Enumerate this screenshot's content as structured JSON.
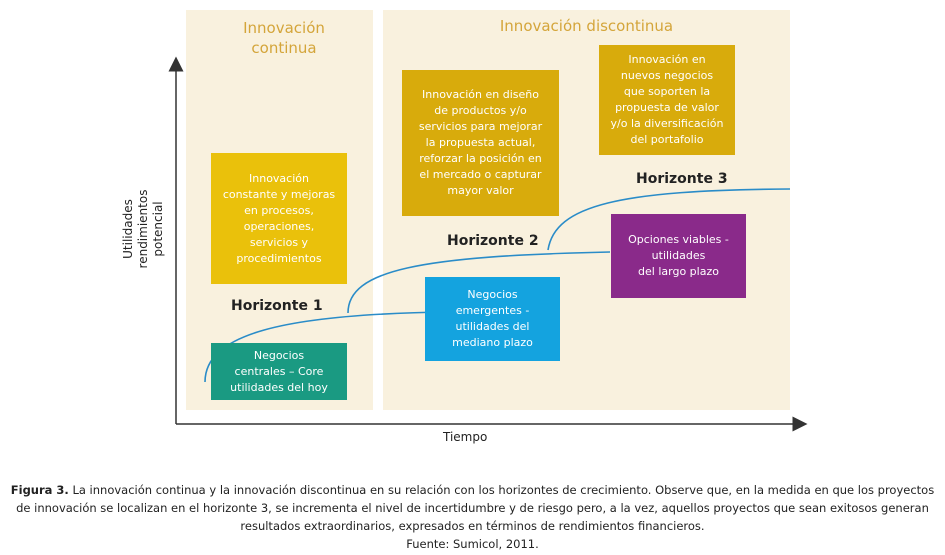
{
  "panels": {
    "left_title": "Innovación\ncontinua",
    "right_title": "Innovación discontinua"
  },
  "boxes": {
    "continuous": "Innovación\nconstante y mejoras\nen procesos,\noperaciones,\nservicios y\nprocedimientos",
    "design": "Innovación en diseño\nde productos y/o\nservicios para mejorar\nla propuesta actual,\nreforzar la posición en\nel mercado o capturar\nmayor valor",
    "new_business": "Innovación en\nnuevos negocios\nque soporten la\npropuesta de valor\ny/o la diversificación\ndel portafolio",
    "core": "Negocios\ncentrales – Core\nutilidades del hoy",
    "emerging": "Negocios\nemergentes -\nutilidades del\nmediano plazo",
    "viable": "Opciones viables  -\nutilidades\ndel largo plazo"
  },
  "horizons": {
    "h1": "Horizonte 1",
    "h2": "Horizonte 2",
    "h3": "Horizonte 3"
  },
  "axes": {
    "x_label": "Tiempo",
    "y_label": "Utilidades\nrendimientos\npotencial"
  },
  "caption": {
    "figure_label": "Figura 3.",
    "text": " La innovación continua y la innovación discontinua en su relación con los horizontes de crecimiento. Observe que, en la medida en que los proyectos de innovación se localizan en el horizonte 3, se incrementa el nivel de incertidumbre y de riesgo pero, a la vez, aquellos proyectos que sean exitosos generan resultados extraordinarios, expresados en términos de rendimientos financieros.",
    "source": "Fuente: Sumicol, 2011."
  },
  "colors": {
    "panel_bg": "#f9f1de",
    "title": "#d4a53a",
    "yellow": "#eac10b",
    "gold": "#d8ab0c",
    "teal": "#1a9a82",
    "blue": "#14a3df",
    "purple": "#8a2a8a",
    "curve": "#2a8cc8"
  }
}
